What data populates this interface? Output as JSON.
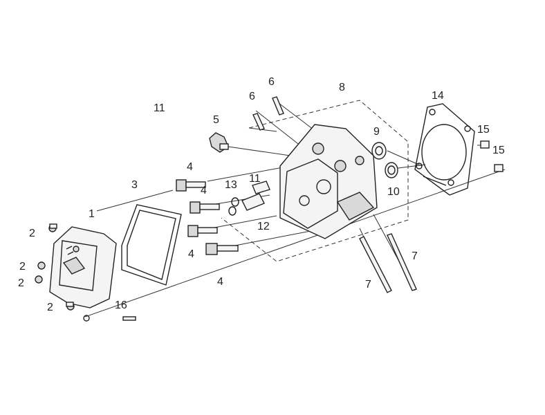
{
  "diagram": {
    "callouts": [
      {
        "id": "c1",
        "label": "1"
      },
      {
        "id": "c2a",
        "label": "2"
      },
      {
        "id": "c2b",
        "label": "2"
      },
      {
        "id": "c2c",
        "label": "2"
      },
      {
        "id": "c2d",
        "label": "2"
      },
      {
        "id": "c3",
        "label": "3"
      },
      {
        "id": "c4a",
        "label": "4"
      },
      {
        "id": "c4b",
        "label": "4"
      },
      {
        "id": "c4c",
        "label": "4"
      },
      {
        "id": "c4d",
        "label": "4"
      },
      {
        "id": "c5",
        "label": "5"
      },
      {
        "id": "c6a",
        "label": "6"
      },
      {
        "id": "c6b",
        "label": "6"
      },
      {
        "id": "c7a",
        "label": "7"
      },
      {
        "id": "c7b",
        "label": "7"
      },
      {
        "id": "c8",
        "label": "8"
      },
      {
        "id": "c9",
        "label": "9"
      },
      {
        "id": "c10",
        "label": "10"
      },
      {
        "id": "c11a",
        "label": "11"
      },
      {
        "id": "c11b",
        "label": "11"
      },
      {
        "id": "c12",
        "label": "12"
      },
      {
        "id": "c13",
        "label": "13"
      },
      {
        "id": "c14",
        "label": "14"
      },
      {
        "id": "c15a",
        "label": "15"
      },
      {
        "id": "c15b",
        "label": "15"
      },
      {
        "id": "c16",
        "label": "16"
      }
    ]
  }
}
